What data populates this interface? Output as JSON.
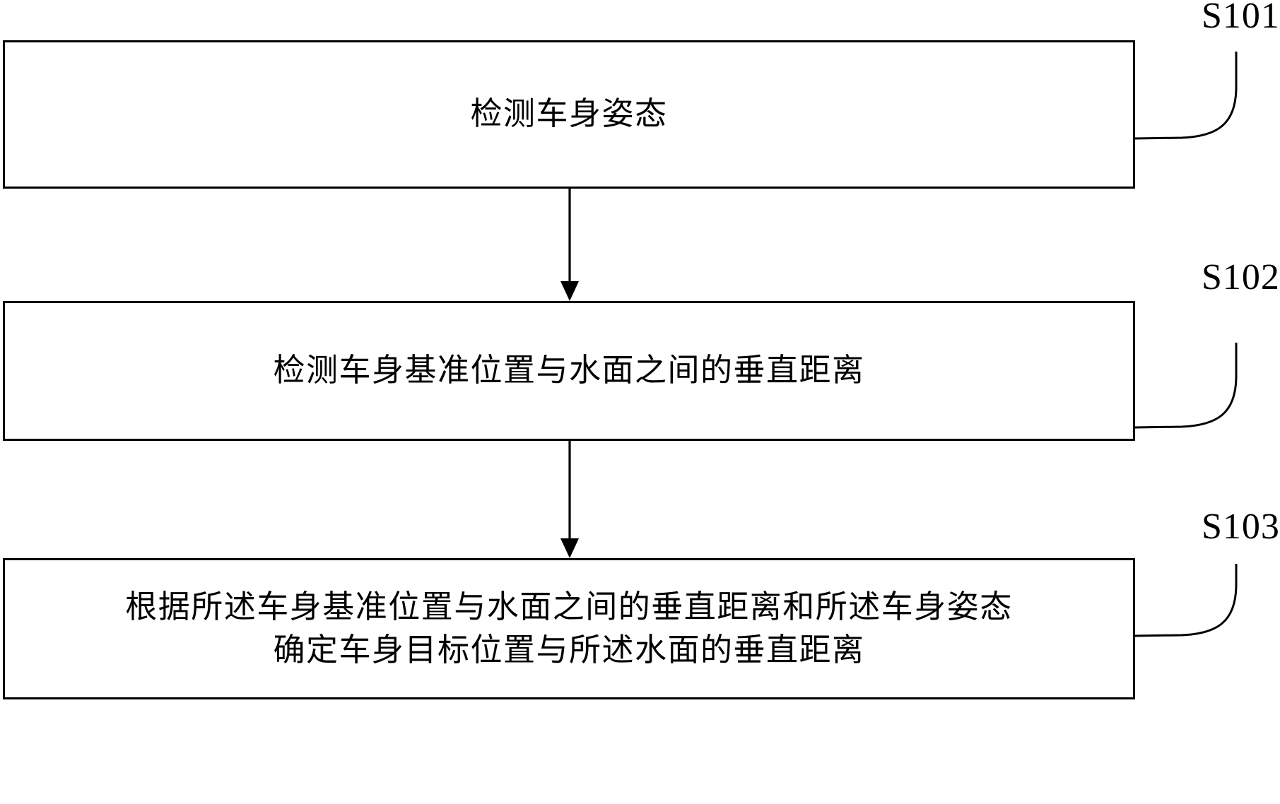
{
  "diagram": {
    "type": "flowchart",
    "orientation": "vertical",
    "background_color": "#ffffff",
    "line_color": "#000000",
    "text_color": "#000000",
    "steps": [
      {
        "id": "S101",
        "label": "S101",
        "text_lines": [
          "检测车身姿态"
        ],
        "text": "检测车身姿态"
      },
      {
        "id": "S102",
        "label": "S102",
        "text_lines": [
          "检测车身基准位置与水面之间的垂直距离"
        ],
        "text": "检测车身基准位置与水面之间的垂直距离"
      },
      {
        "id": "S103",
        "label": "S103",
        "text_lines": [
          "根据所述车身基准位置与水面之间的垂直距离和所述车身姿态",
          "确定车身目标位置与所述水面的垂直距离"
        ],
        "text": "根据所述车身基准位置与水面之间的垂直距离和所述车身姿态确定车身目标位置与所述水面的垂直距离"
      }
    ],
    "connectors": [
      {
        "from": "S101",
        "to": "S102",
        "style": "arrow-down"
      },
      {
        "from": "S102",
        "to": "S103",
        "style": "arrow-down"
      }
    ],
    "leaders": [
      {
        "for": "S101",
        "style": "curved-right"
      },
      {
        "for": "S102",
        "style": "curved-right"
      },
      {
        "for": "S103",
        "style": "curved-right"
      }
    ]
  }
}
